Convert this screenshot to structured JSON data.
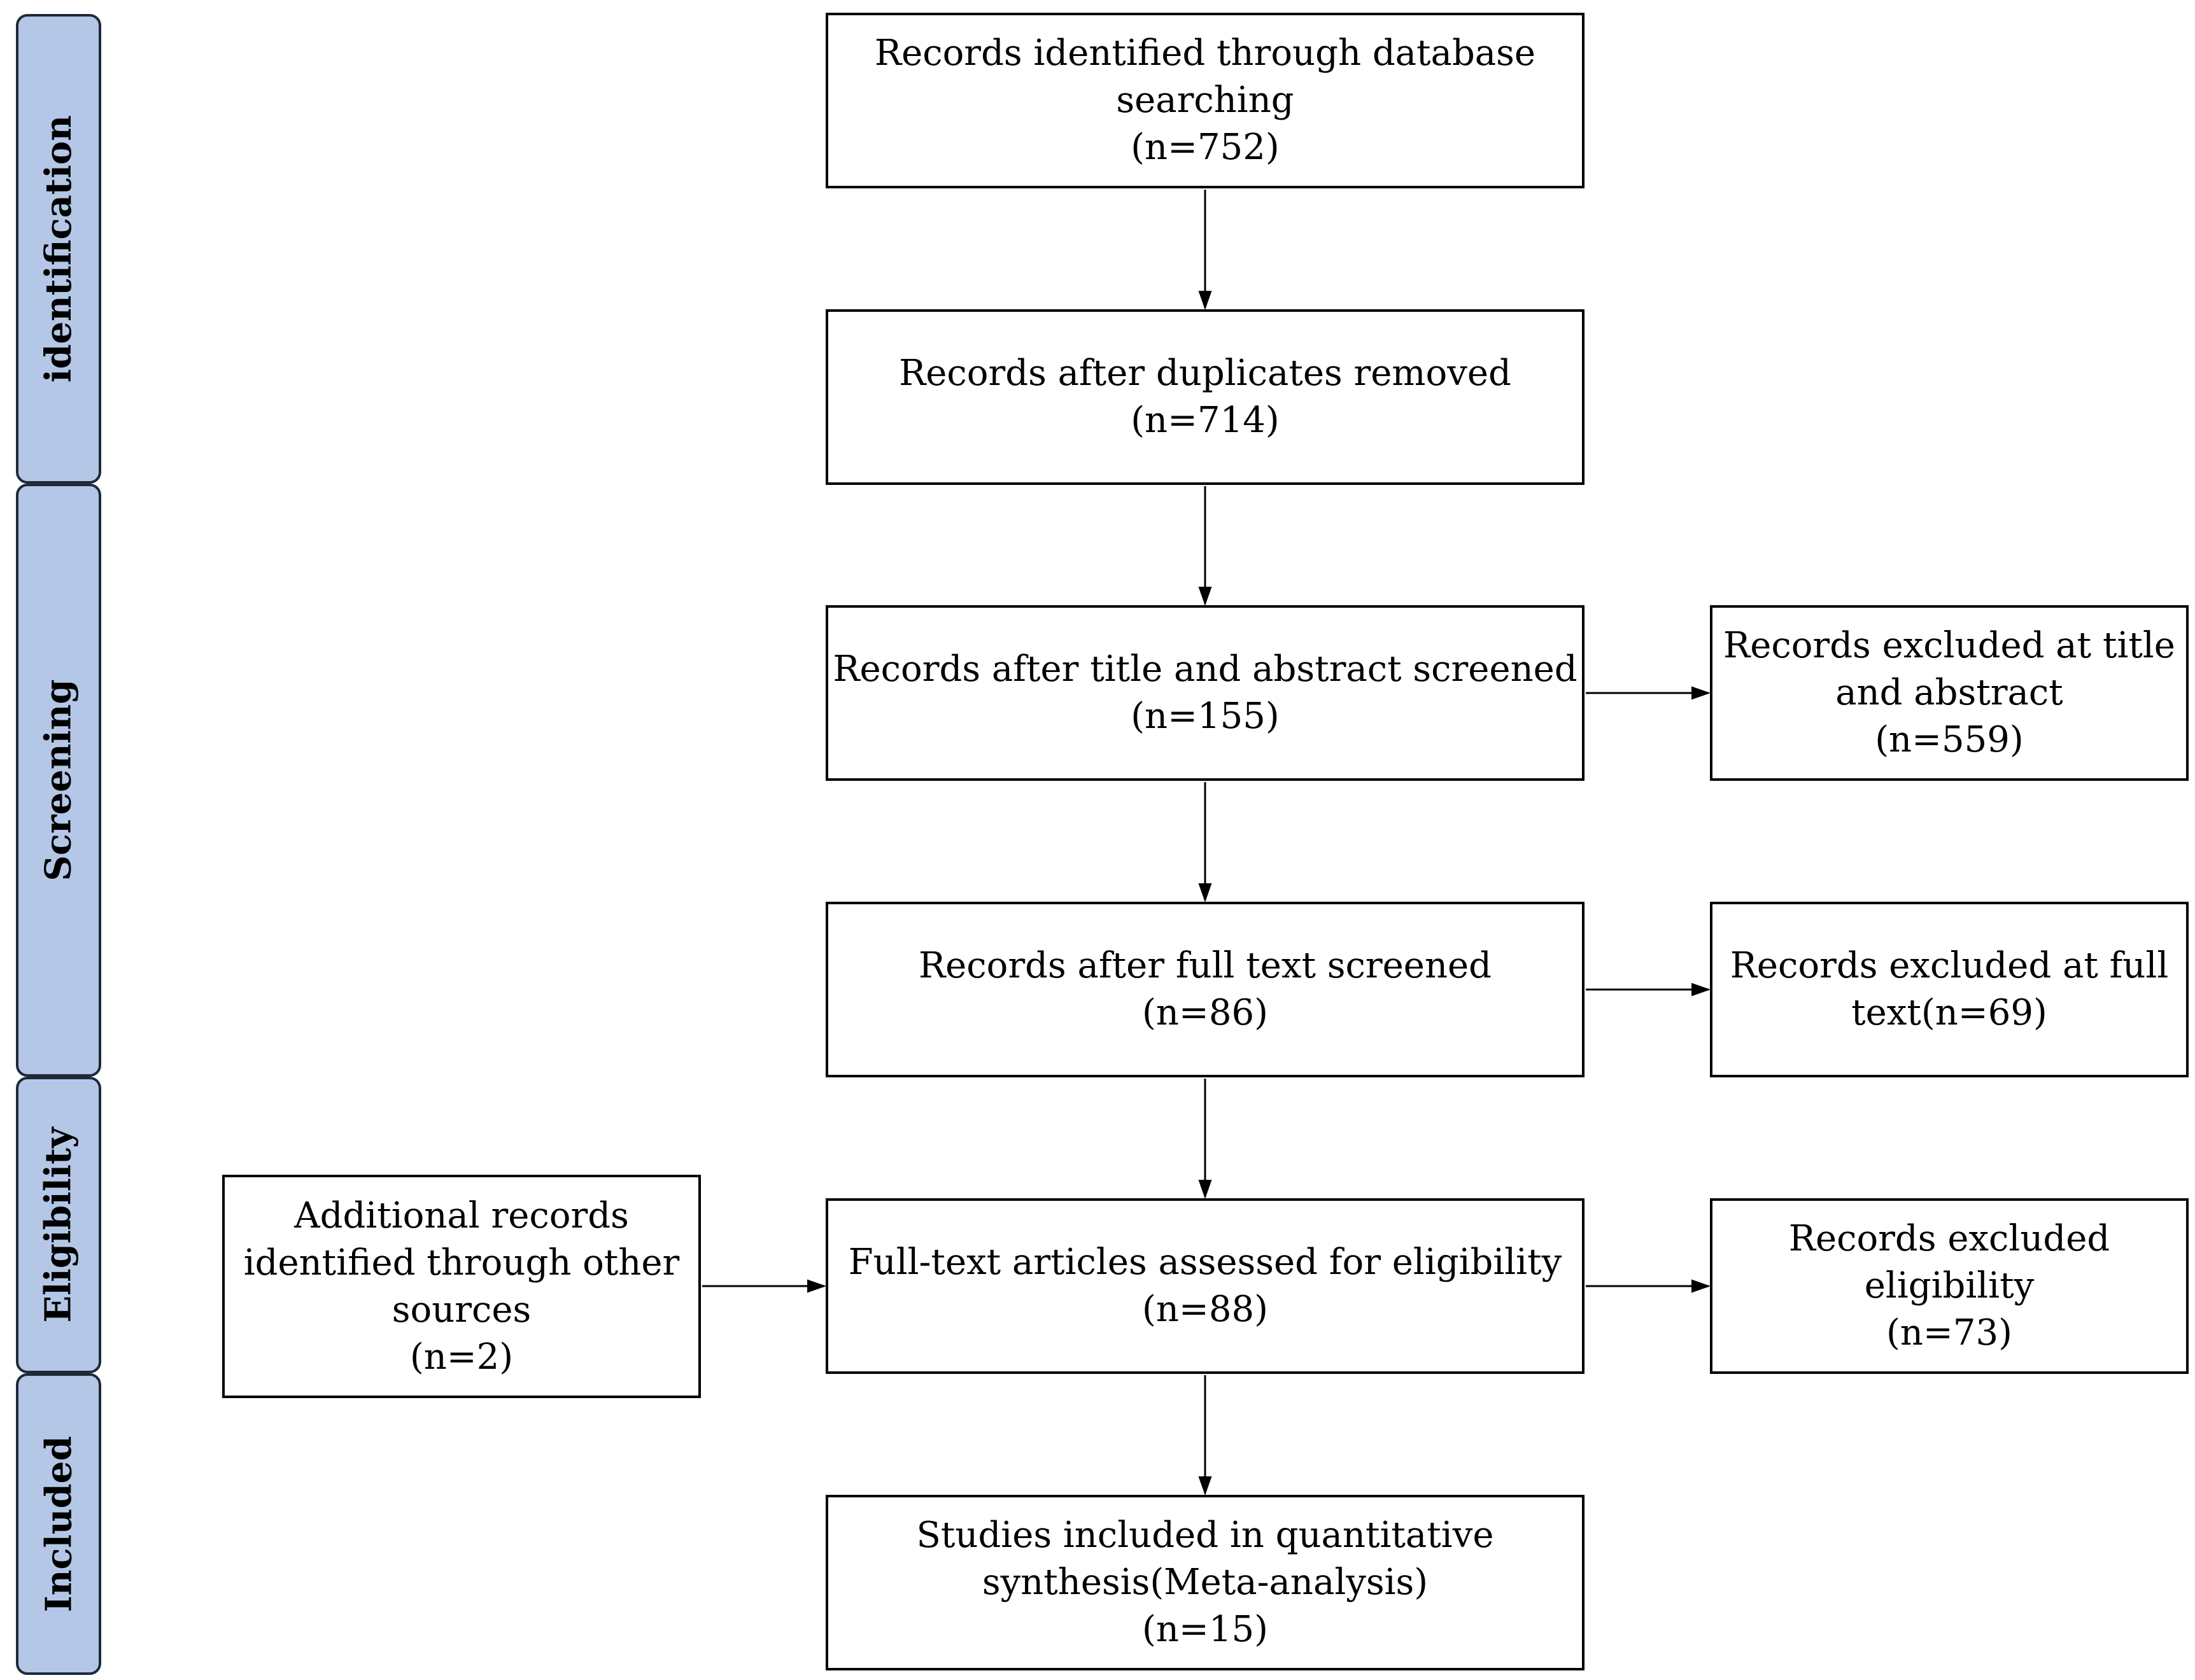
{
  "phases": {
    "identification": "identification",
    "screening": "Screening",
    "eligibility": "Eligibility",
    "included": "Included"
  },
  "boxes": {
    "database_search": {
      "lines": [
        "Records identified through database",
        "searching",
        "(n=752)"
      ]
    },
    "duplicates_removed": {
      "lines": [
        "Records after duplicates removed",
        "(n=714)"
      ]
    },
    "title_abstract_screened": {
      "lines": [
        "Records after title and abstract screened",
        "(n=155)"
      ]
    },
    "excluded_title_abstract": {
      "lines": [
        "Records excluded at title",
        "and abstract",
        "(n=559)"
      ]
    },
    "full_text_screened": {
      "lines": [
        "Records after full text screened",
        "(n=86)"
      ]
    },
    "excluded_full_text": {
      "lines": [
        "Records excluded at full",
        "text(n=69)"
      ]
    },
    "additional_records": {
      "lines": [
        "Additional records",
        "identified through other",
        "sources",
        "(n=2)"
      ]
    },
    "eligibility_assessed": {
      "lines": [
        "Full-text articles assessed for eligibility",
        "(n=88)"
      ]
    },
    "excluded_eligibility": {
      "lines": [
        "Records excluded",
        "eligibility",
        "(n=73)"
      ]
    },
    "included_studies": {
      "lines": [
        "Studies included in quantitative",
        "synthesis(Meta-analysis)",
        "(n=15)"
      ]
    }
  },
  "colors": {
    "phase_fill": "#b4c7e7",
    "phase_border": "#1f2a38",
    "box_border": "#000000",
    "arrow": "#000000"
  }
}
